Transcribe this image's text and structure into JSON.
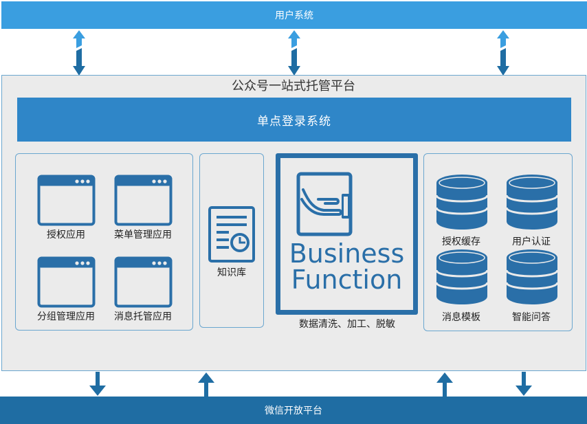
{
  "top_bar": {
    "label": "用户系统"
  },
  "platform": {
    "title": "公众号一站式托管平台"
  },
  "sso": {
    "label": "单点登录系统"
  },
  "apps": [
    {
      "label": "授权应用"
    },
    {
      "label": "菜单管理应用"
    },
    {
      "label": "分组管理应用"
    },
    {
      "label": "消息托管应用"
    }
  ],
  "knowledge": {
    "label": "知识库"
  },
  "business": {
    "line1": "Business",
    "line2": "Function",
    "caption": "数据清洗、加工、脱敏"
  },
  "databases": [
    {
      "label": "授权缓存"
    },
    {
      "label": "用户认证"
    },
    {
      "label": "消息模板"
    },
    {
      "label": "智能问答"
    }
  ],
  "bottom_bar": {
    "label": "微信开放平台"
  },
  "colors": {
    "top_bar": "#3a9ee0",
    "bottom_bar": "#1f6da3",
    "sso": "#2f86c8",
    "icon": "#2a6fa8",
    "arrow": "#1f6da3",
    "panel_border": "#6aa6cf",
    "background": "#ebebeb"
  },
  "icons": {
    "app": "browser-window-icon",
    "knowledge": "document-chart-icon",
    "business": "hand-tablet-icon",
    "database": "database-icon",
    "arrow_bidirectional": "bidirectional-arrow-icon",
    "arrow_down": "arrow-down-icon",
    "arrow_up": "arrow-up-icon"
  }
}
